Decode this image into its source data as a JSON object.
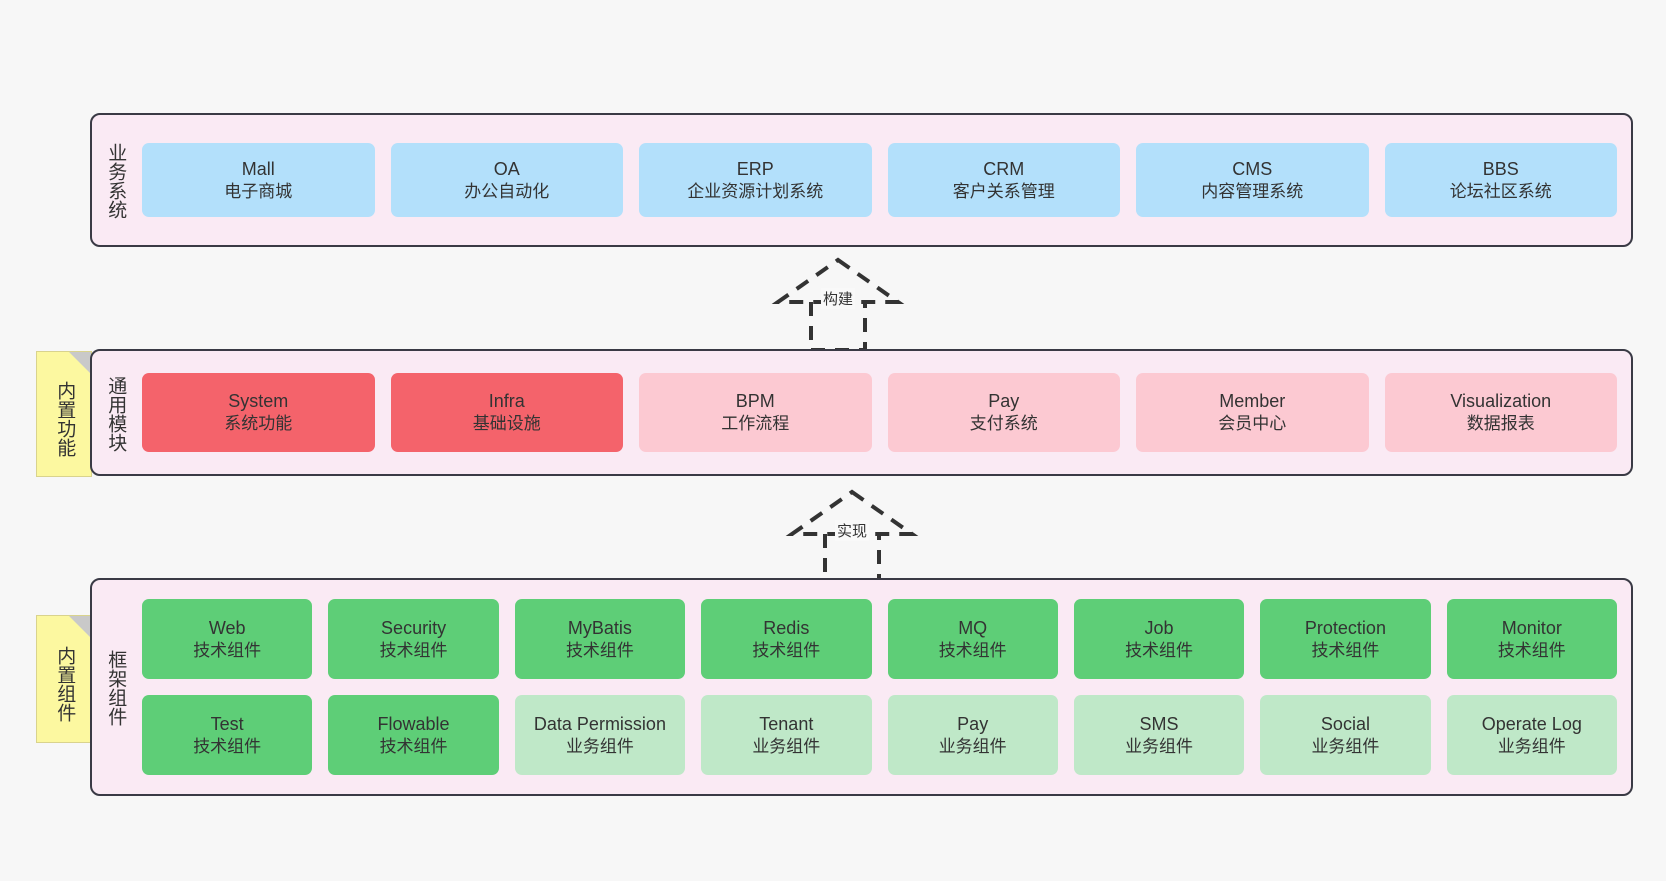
{
  "diagram": {
    "background_color": "#f7f7f7",
    "panel_background": "#faeaf4",
    "panel_border_color": "#3a3a45",
    "sticky_color": "#fcf8a0"
  },
  "layers": [
    {
      "id": "business-system",
      "title": "业务系统",
      "node_color": "#b3e0fb",
      "rows": [
        {
          "nodes": [
            {
              "en": "Mall",
              "cn": "电子商城",
              "style": "fill-blue"
            },
            {
              "en": "OA",
              "cn": "办公自动化",
              "style": "fill-blue"
            },
            {
              "en": "ERP",
              "cn": "企业资源计划系统",
              "style": "fill-blue"
            },
            {
              "en": "CRM",
              "cn": "客户关系管理",
              "style": "fill-blue"
            },
            {
              "en": "CMS",
              "cn": "内容管理系统",
              "style": "fill-blue"
            },
            {
              "en": "BBS",
              "cn": "论坛社区系统",
              "style": "fill-blue"
            }
          ]
        }
      ]
    },
    {
      "id": "common-module",
      "title": "通用模块",
      "sticky": "内置功能",
      "rows": [
        {
          "nodes": [
            {
              "en": "System",
              "cn": "系统功能",
              "style": "fill-red"
            },
            {
              "en": "Infra",
              "cn": "基础设施",
              "style": "fill-red"
            },
            {
              "en": "BPM",
              "cn": "工作流程",
              "style": "fill-pink"
            },
            {
              "en": "Pay",
              "cn": "支付系统",
              "style": "fill-pink"
            },
            {
              "en": "Member",
              "cn": "会员中心",
              "style": "fill-pink"
            },
            {
              "en": "Visualization",
              "cn": "数据报表",
              "style": "fill-pink"
            }
          ]
        }
      ]
    },
    {
      "id": "framework-component",
      "title": "框架组件",
      "sticky": "内置组件",
      "rows": [
        {
          "nodes": [
            {
              "en": "Web",
              "cn": "技术组件",
              "style": "fill-green"
            },
            {
              "en": "Security",
              "cn": "技术组件",
              "style": "fill-green"
            },
            {
              "en": "MyBatis",
              "cn": "技术组件",
              "style": "fill-green"
            },
            {
              "en": "Redis",
              "cn": "技术组件",
              "style": "fill-green"
            },
            {
              "en": "MQ",
              "cn": "技术组件",
              "style": "fill-green"
            },
            {
              "en": "Job",
              "cn": "技术组件",
              "style": "fill-green"
            },
            {
              "en": "Protection",
              "cn": "技术组件",
              "style": "fill-green"
            },
            {
              "en": "Monitor",
              "cn": "技术组件",
              "style": "fill-green"
            }
          ]
        },
        {
          "nodes": [
            {
              "en": "Test",
              "cn": "技术组件",
              "style": "fill-green"
            },
            {
              "en": "Flowable",
              "cn": "技术组件",
              "style": "fill-green"
            },
            {
              "en": "Data Permission",
              "cn": "业务组件",
              "style": "fill-light-green"
            },
            {
              "en": "Tenant",
              "cn": "业务组件",
              "style": "fill-light-green"
            },
            {
              "en": "Pay",
              "cn": "业务组件",
              "style": "fill-light-green"
            },
            {
              "en": "SMS",
              "cn": "业务组件",
              "style": "fill-light-green"
            },
            {
              "en": "Social",
              "cn": "业务组件",
              "style": "fill-light-green"
            },
            {
              "en": "Operate Log",
              "cn": "业务组件",
              "style": "fill-light-green"
            }
          ]
        }
      ]
    }
  ],
  "connectors": [
    {
      "id": "build",
      "label": "构建"
    },
    {
      "id": "implement",
      "label": "实现"
    }
  ]
}
